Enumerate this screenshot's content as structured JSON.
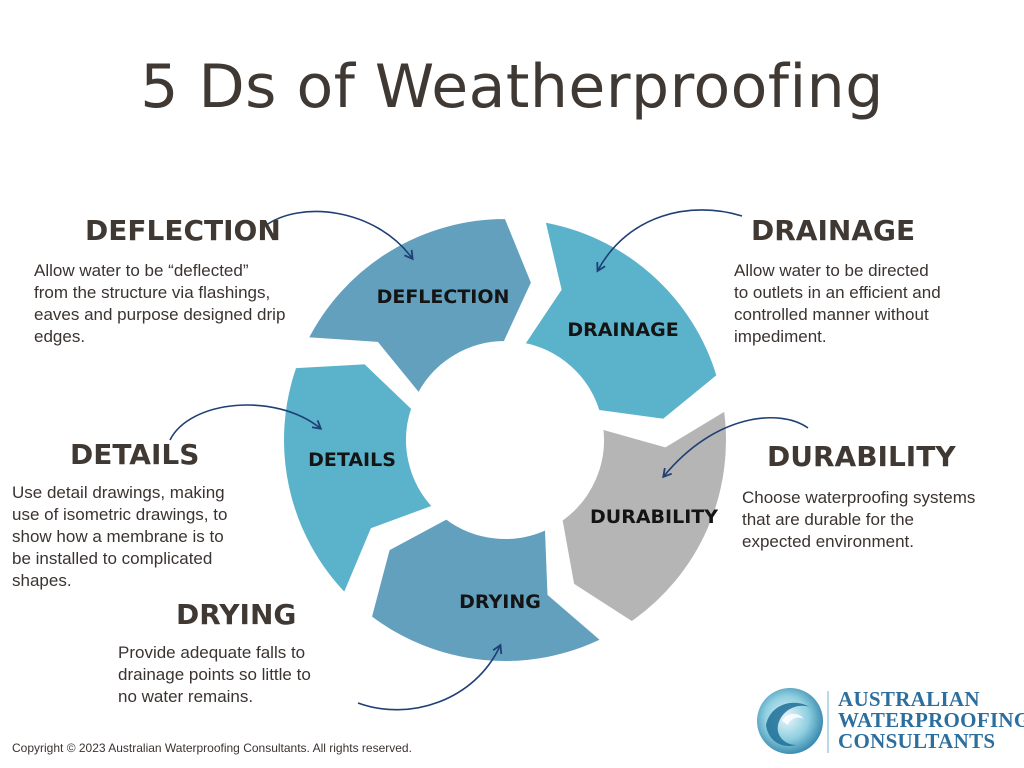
{
  "title": "5 Ds of Weatherproofing",
  "segments": [
    {
      "label": "DEFLECTION",
      "color": "#62a0be"
    },
    {
      "label": "DRAINAGE",
      "color": "#5bb3cb"
    },
    {
      "label": "DURABILITY",
      "color": "#b5b5b5"
    },
    {
      "label": "DRYING",
      "color": "#62a0be"
    },
    {
      "label": "DETAILS",
      "color": "#5bb3cb"
    }
  ],
  "callouts": {
    "deflection": {
      "heading": "DEFLECTION",
      "lines": [
        "Allow water to be “deflected”",
        "from the structure via flashings,",
        "eaves and purpose designed drip",
        "edges."
      ]
    },
    "drainage": {
      "heading": "DRAINAGE",
      "lines": [
        "Allow water to be directed",
        "to outlets in an efficient and",
        "controlled manner without",
        "impediment."
      ]
    },
    "durability": {
      "heading": "DURABILITY",
      "lines": [
        "Choose waterproofing systems",
        "that are durable for the",
        "expected environment."
      ]
    },
    "details": {
      "heading": "DETAILS",
      "lines": [
        "Use detail drawings, making",
        "use of isometric drawings, to",
        "show how a membrane is to",
        "be installed to complicated",
        "shapes."
      ]
    },
    "drying": {
      "heading": "DRYING",
      "lines": [
        "Provide adequate falls to",
        "drainage points so little to",
        "no water remains."
      ]
    }
  },
  "arrow_color": "#1f3f75",
  "copyright": "Copyright © 2023 Australian Waterproofing Consultants. All rights reserved.",
  "logo": {
    "lines": [
      "AUSTRALIAN",
      "WATERPROOFING",
      "CONSULTANTS"
    ],
    "color": "#2c6e9e"
  }
}
